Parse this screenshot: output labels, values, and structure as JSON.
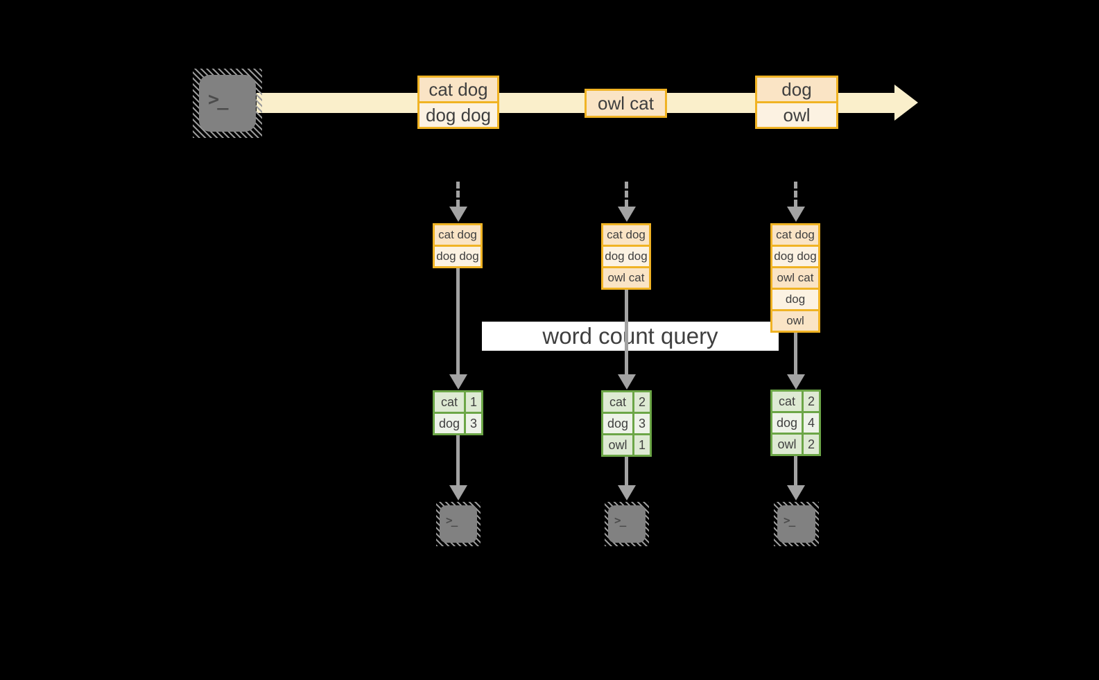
{
  "stream": {
    "batches": [
      {
        "rows": [
          "cat dog",
          "dog dog"
        ]
      },
      {
        "rows": [
          "owl cat"
        ]
      },
      {
        "rows": [
          "dog",
          "owl"
        ]
      }
    ]
  },
  "query": {
    "label": "word count query"
  },
  "columns": [
    {
      "state_rows": [
        "cat dog",
        "dog dog"
      ],
      "count_rows": [
        {
          "word": "cat",
          "count": "1"
        },
        {
          "word": "dog",
          "count": "3"
        }
      ]
    },
    {
      "state_rows": [
        "cat dog",
        "dog dog",
        "owl cat"
      ],
      "count_rows": [
        {
          "word": "cat",
          "count": "2"
        },
        {
          "word": "dog",
          "count": "3"
        },
        {
          "word": "owl",
          "count": "1"
        }
      ]
    },
    {
      "state_rows": [
        "cat dog",
        "dog dog",
        "owl cat",
        "dog",
        "owl"
      ],
      "count_rows": [
        {
          "word": "cat",
          "count": "2"
        },
        {
          "word": "dog",
          "count": "4"
        },
        {
          "word": "owl",
          "count": "2"
        }
      ]
    }
  ],
  "icons": {
    "terminal_prompt_glyph": ">_"
  },
  "colors": {
    "bg": "#000000",
    "ink": "#3f3f3f",
    "orange": "#F0B324",
    "peach": "#FAE4C5",
    "cream": "#FCF2E2",
    "stream": "#FAEFCB",
    "green": "#6CA647",
    "green_a": "#DEEAD3",
    "green_b": "#EEF3E9",
    "arrow": "#A3A3A3",
    "term_body": "#818181",
    "term_glyph": "#4C4C4C",
    "term_hatch": "#9A9A9A",
    "band_bg": "#FFFFFF"
  }
}
